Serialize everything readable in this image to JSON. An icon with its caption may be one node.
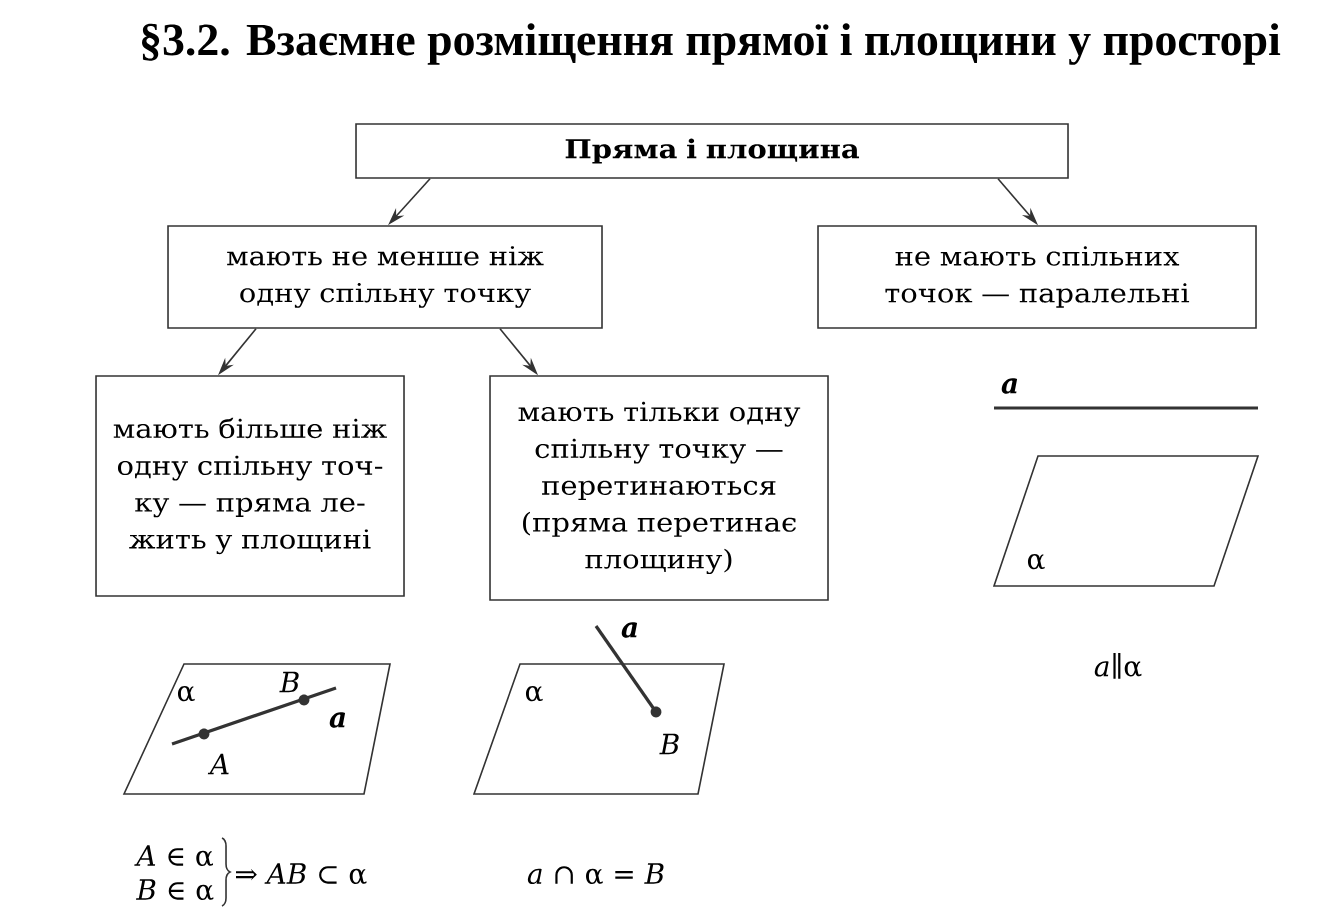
{
  "diagram": {
    "title": "§3.2. Взаємне розміщення прямої і площини у просторі",
    "nodes": [
      {
        "text": [
          "Пряма і площина"
        ]
      },
      {
        "text": [
          "мають не менше ніж одну спільну точку"
        ]
      },
      {
        "text": [
          "не мають спільних точок — паралельні"
        ]
      },
      {
        "text": [
          "мають більше ніж одну спільну точ- ку — пряма ле- жить у площині"
        ]
      },
      {
        "text": [
          "мають тільки одну спільну точку — перетинаються (пряма перетинає площину)"
        ]
      }
    ],
    "edges": [
      {
        "from": 0,
        "to": 1,
        "arrow": "to"
      },
      {
        "from": 0,
        "to": 2,
        "arrow": "to"
      },
      {
        "from": 1,
        "to": 3,
        "arrow": "to"
      },
      {
        "from": 1,
        "to": 4,
        "arrow": "to"
      }
    ],
    "labels": [
      "α",
      "B",
      "a",
      "A",
      "*A* ∈ α",
      "*B* ∈ α",
      "⇒ *AB* ⊂ α",
      "a",
      "α",
      "B",
      "*a* ∩ α = *B*",
      "a",
      "α",
      "*a*∥α"
    ]
  }
}
